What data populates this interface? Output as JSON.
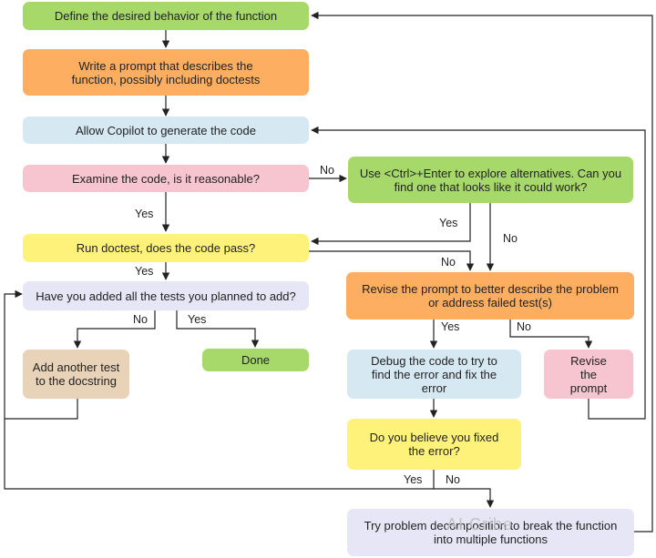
{
  "nodes": {
    "define": "Define the desired behavior of the function",
    "write_prompt": "Write a prompt that describes the function, possibly including doctests",
    "allow_copilot": "Allow Copilot to generate the code",
    "examine": "Examine the code, is it reasonable?",
    "explore": "Use <Ctrl>+Enter to explore alternatives. Can you find one that looks like it could work?",
    "run_doctest": "Run doctest, does the code pass?",
    "added_tests": "Have you added all the tests you planned to add?",
    "revise_describe": "Revise the prompt to better describe the problem or address failed test(s)",
    "add_test": "Add another test to the docstring",
    "done": "Done",
    "debug": "Debug the code to try to find the error and fix the error",
    "revise_prompt": "Revise the prompt",
    "believe_fixed": "Do you believe you fixed the error?",
    "decompose": "Try problem decomposition to break the function into multiple functions"
  },
  "labels": {
    "examine_no": "No",
    "examine_yes": "Yes",
    "explore_yes": "Yes",
    "explore_no": "No",
    "doctest_no": "No",
    "doctest_yes": "Yes",
    "added_no": "No",
    "added_yes": "Yes",
    "revise_yes": "Yes",
    "revise_no": "No",
    "fixed_yes": "Yes",
    "fixed_no": "No"
  },
  "watermark": "AI Cribe",
  "colors": {
    "green": "#a6d96a",
    "orange": "#fdae61",
    "blue": "#d6e9f3",
    "pink": "#f7c5cf",
    "yellow": "#fff27a",
    "lavender": "#e6e6f7",
    "tan": "#e8d3b8",
    "arrow": "#222222"
  }
}
